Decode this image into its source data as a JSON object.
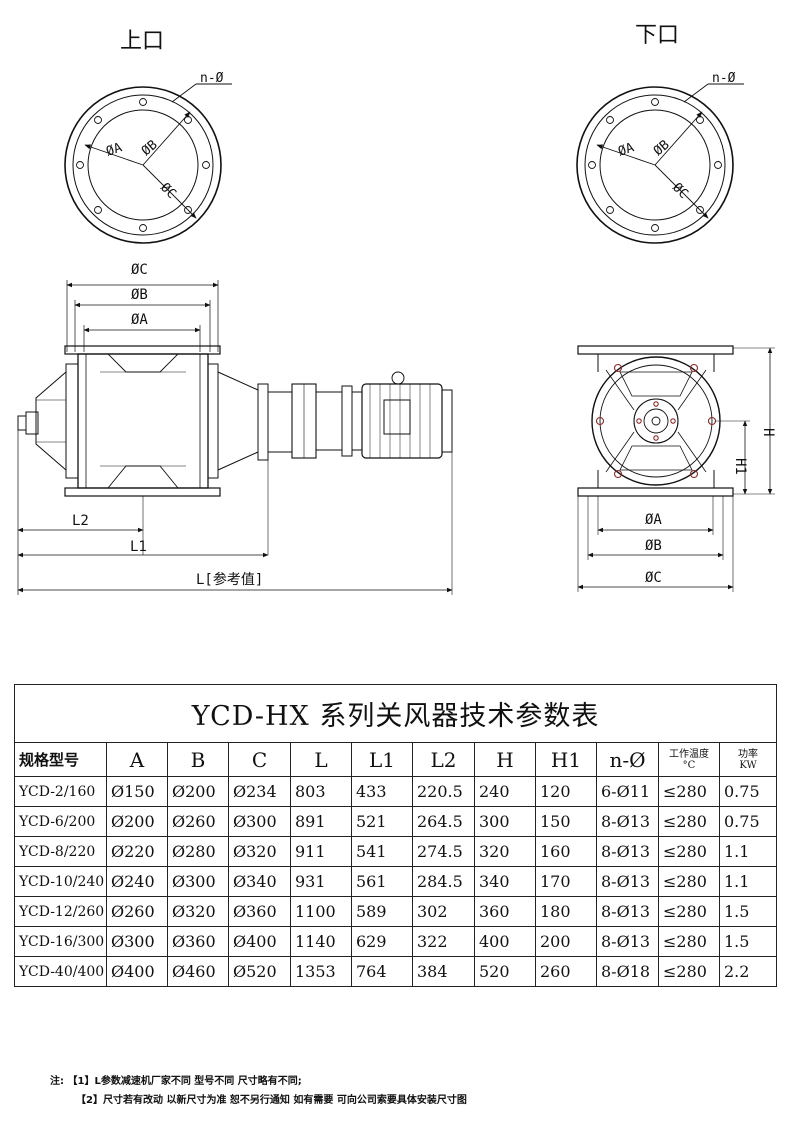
{
  "drawing": {
    "upper_port_label": "上口",
    "lower_port_label": "下口",
    "labels": {
      "n_phi": "n-Ø",
      "phi_a": "ØA",
      "phi_b": "ØB",
      "phi_c": "ØC",
      "l": "L[参考值]",
      "l1": "L1",
      "l2": "L2",
      "h": "H",
      "h1": "H1"
    }
  },
  "table": {
    "title": "YCD-HX 系列关风器技术参数表",
    "headers": [
      "规格型号",
      "A",
      "B",
      "C",
      "L",
      "L1",
      "L2",
      "H",
      "H1",
      "n-Ø"
    ],
    "temp_header_top": "工作温度",
    "temp_header_unit": "°C",
    "power_header_top": "功率",
    "power_header_unit": "KW",
    "rows": [
      [
        "YCD-2/160",
        "Ø150",
        "Ø200",
        "Ø234",
        "803",
        "433",
        "220.5",
        "240",
        "120",
        "6-Ø11",
        "≤280",
        "0.75"
      ],
      [
        "YCD-6/200",
        "Ø200",
        "Ø260",
        "Ø300",
        "891",
        "521",
        "264.5",
        "300",
        "150",
        "8-Ø13",
        "≤280",
        "0.75"
      ],
      [
        "YCD-8/220",
        "Ø220",
        "Ø280",
        "Ø320",
        "911",
        "541",
        "274.5",
        "320",
        "160",
        "8-Ø13",
        "≤280",
        "1.1"
      ],
      [
        "YCD-10/240",
        "Ø240",
        "Ø300",
        "Ø340",
        "931",
        "561",
        "284.5",
        "340",
        "170",
        "8-Ø13",
        "≤280",
        "1.1"
      ],
      [
        "YCD-12/260",
        "Ø260",
        "Ø320",
        "Ø360",
        "1100",
        "589",
        "302",
        "360",
        "180",
        "8-Ø13",
        "≤280",
        "1.5"
      ],
      [
        "YCD-16/300",
        "Ø300",
        "Ø360",
        "Ø400",
        "1140",
        "629",
        "322",
        "400",
        "200",
        "8-Ø13",
        "≤280",
        "1.5"
      ],
      [
        "YCD-40/400",
        "Ø400",
        "Ø460",
        "Ø520",
        "1353",
        "764",
        "384",
        "520",
        "260",
        "8-Ø18",
        "≤280",
        "2.2"
      ]
    ]
  },
  "notes": {
    "prefix": "注:",
    "line1": "【1】L参数减速机厂家不同 型号不同 尺寸略有不同;",
    "line2": "【2】尺寸若有改动 以新尺寸为准 恕不另行通知 如有需要 可向公司索要具体安装尺寸图"
  }
}
